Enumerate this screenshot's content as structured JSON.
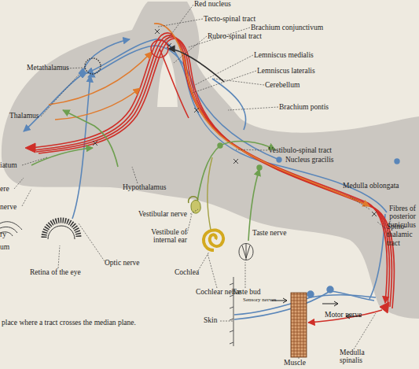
{
  "diagram": {
    "labels": [
      "Red nucleus",
      "Tecto-spinal tract",
      "Brachium conjunctivum",
      "Rubro-spinal tract",
      "Metathalamus",
      "Lemniscus medialis",
      "Lemniscus lateralis",
      "Thalamus",
      "Cerebellum",
      "iatum",
      "Brachium pontis",
      "ere",
      "Vestibulo-spinal tract",
      "Nucleus gracilis",
      "Medulla oblongata",
      "nerve",
      "Hypothalamus",
      "Fibres of posterior funiculus",
      "Vestibular nerve",
      "ry",
      "Vestibule of internal ear",
      "um",
      "Taste nerve",
      "Spino-thalamic tract",
      "Retina of the eye",
      "Optic nerve",
      "Cochlea",
      "Cochlear nerve",
      "Taste bud",
      "Sensory nerves",
      "Skin",
      "Motor nerve",
      "place where a tract crosses the median plane.",
      "Medulla spinalis",
      "Muscle"
    ]
  }
}
